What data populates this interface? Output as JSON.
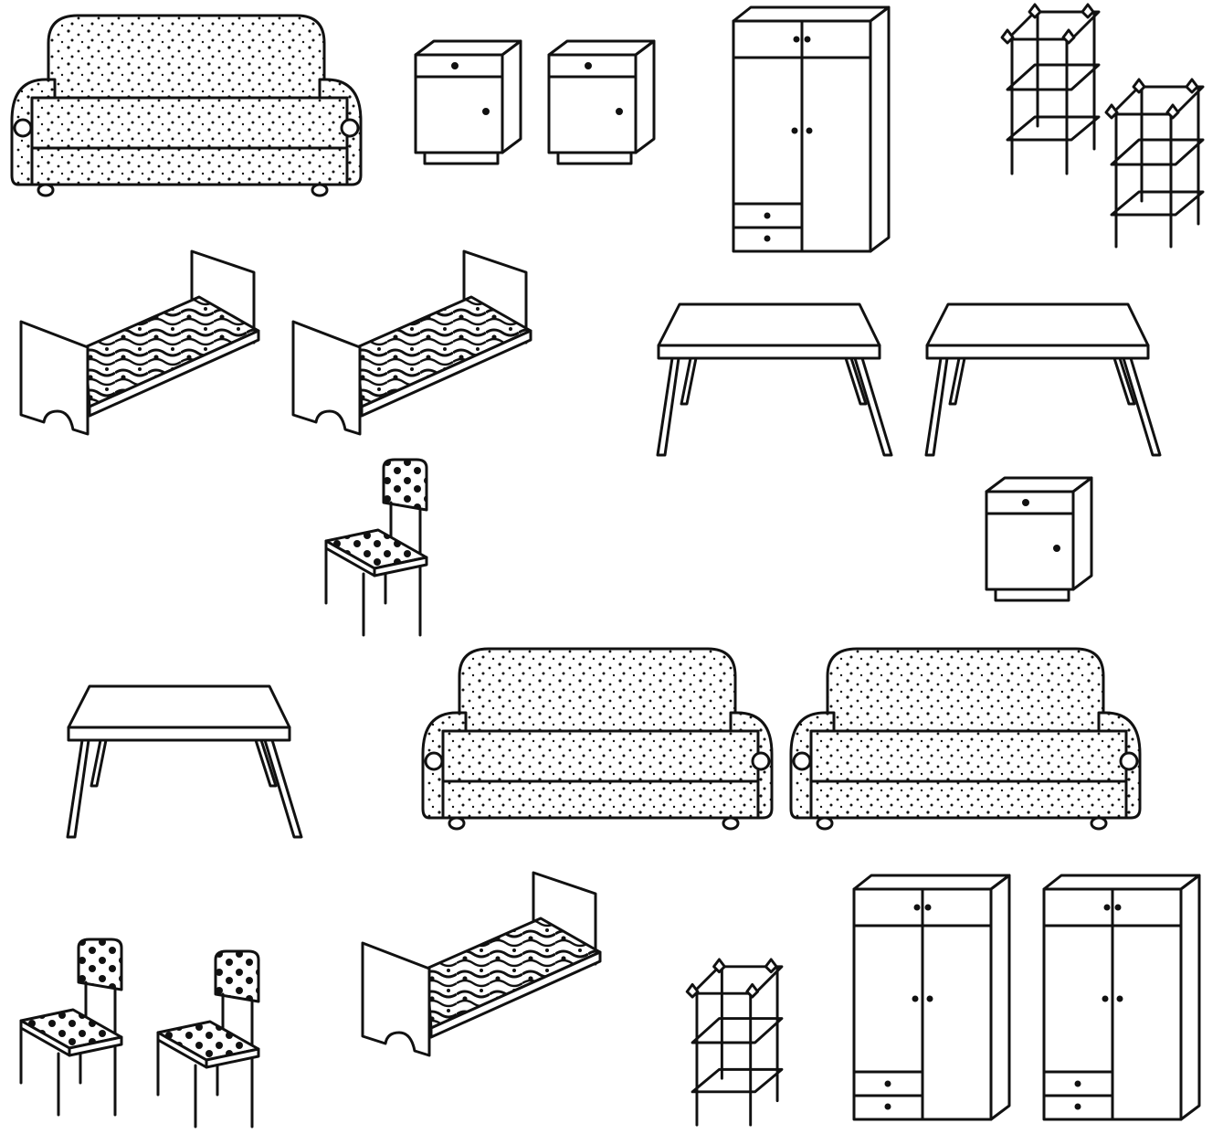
{
  "sheet": {
    "background": "#ffffff",
    "ink": "#111111",
    "items": [
      {
        "kind": "sofa",
        "icon": "sofa-icon"
      },
      {
        "kind": "nightstand",
        "icon": "nightstand-icon"
      },
      {
        "kind": "nightstand",
        "icon": "nightstand-icon"
      },
      {
        "kind": "wardrobe",
        "icon": "wardrobe-icon"
      },
      {
        "kind": "shelf",
        "icon": "shelf-icon"
      },
      {
        "kind": "shelf",
        "icon": "shelf-icon"
      },
      {
        "kind": "bed",
        "icon": "bed-icon"
      },
      {
        "kind": "bed",
        "icon": "bed-icon"
      },
      {
        "kind": "table",
        "icon": "table-icon"
      },
      {
        "kind": "table",
        "icon": "table-icon"
      },
      {
        "kind": "chair",
        "icon": "chair-icon"
      },
      {
        "kind": "nightstand",
        "icon": "nightstand-icon"
      },
      {
        "kind": "table",
        "icon": "table-icon"
      },
      {
        "kind": "sofa",
        "icon": "sofa-icon"
      },
      {
        "kind": "sofa",
        "icon": "sofa-icon"
      },
      {
        "kind": "chair",
        "icon": "chair-icon"
      },
      {
        "kind": "chair",
        "icon": "chair-icon"
      },
      {
        "kind": "bed",
        "icon": "bed-icon"
      },
      {
        "kind": "shelf",
        "icon": "shelf-icon"
      },
      {
        "kind": "wardrobe",
        "icon": "wardrobe-icon"
      },
      {
        "kind": "wardrobe",
        "icon": "wardrobe-icon"
      }
    ]
  }
}
